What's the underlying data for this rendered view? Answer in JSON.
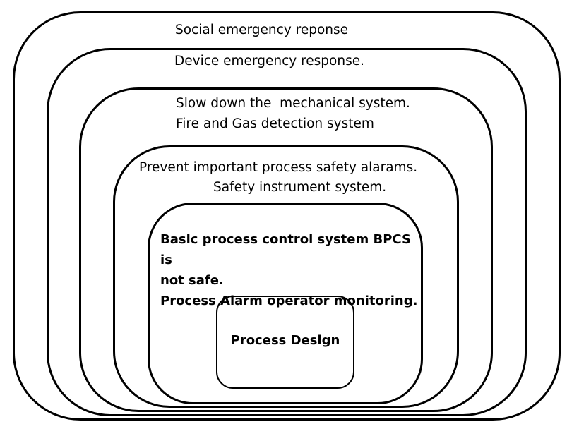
{
  "layers": {
    "social": "Social emergency reponse",
    "device": "Device emergency response.",
    "mechanical": "Slow down the  mechanical system.",
    "fire_gas": "Fire and Gas detection system",
    "prevent_alarms": "Prevent important process safety alarams.",
    "sis": "Safety instrument system.",
    "bpcs_line1": "Basic process control system BPCS is",
    "bpcs_line2": "not safe.",
    "bpcs_line3": "Process Alarm operator monitoring.",
    "design": "Process Design"
  }
}
